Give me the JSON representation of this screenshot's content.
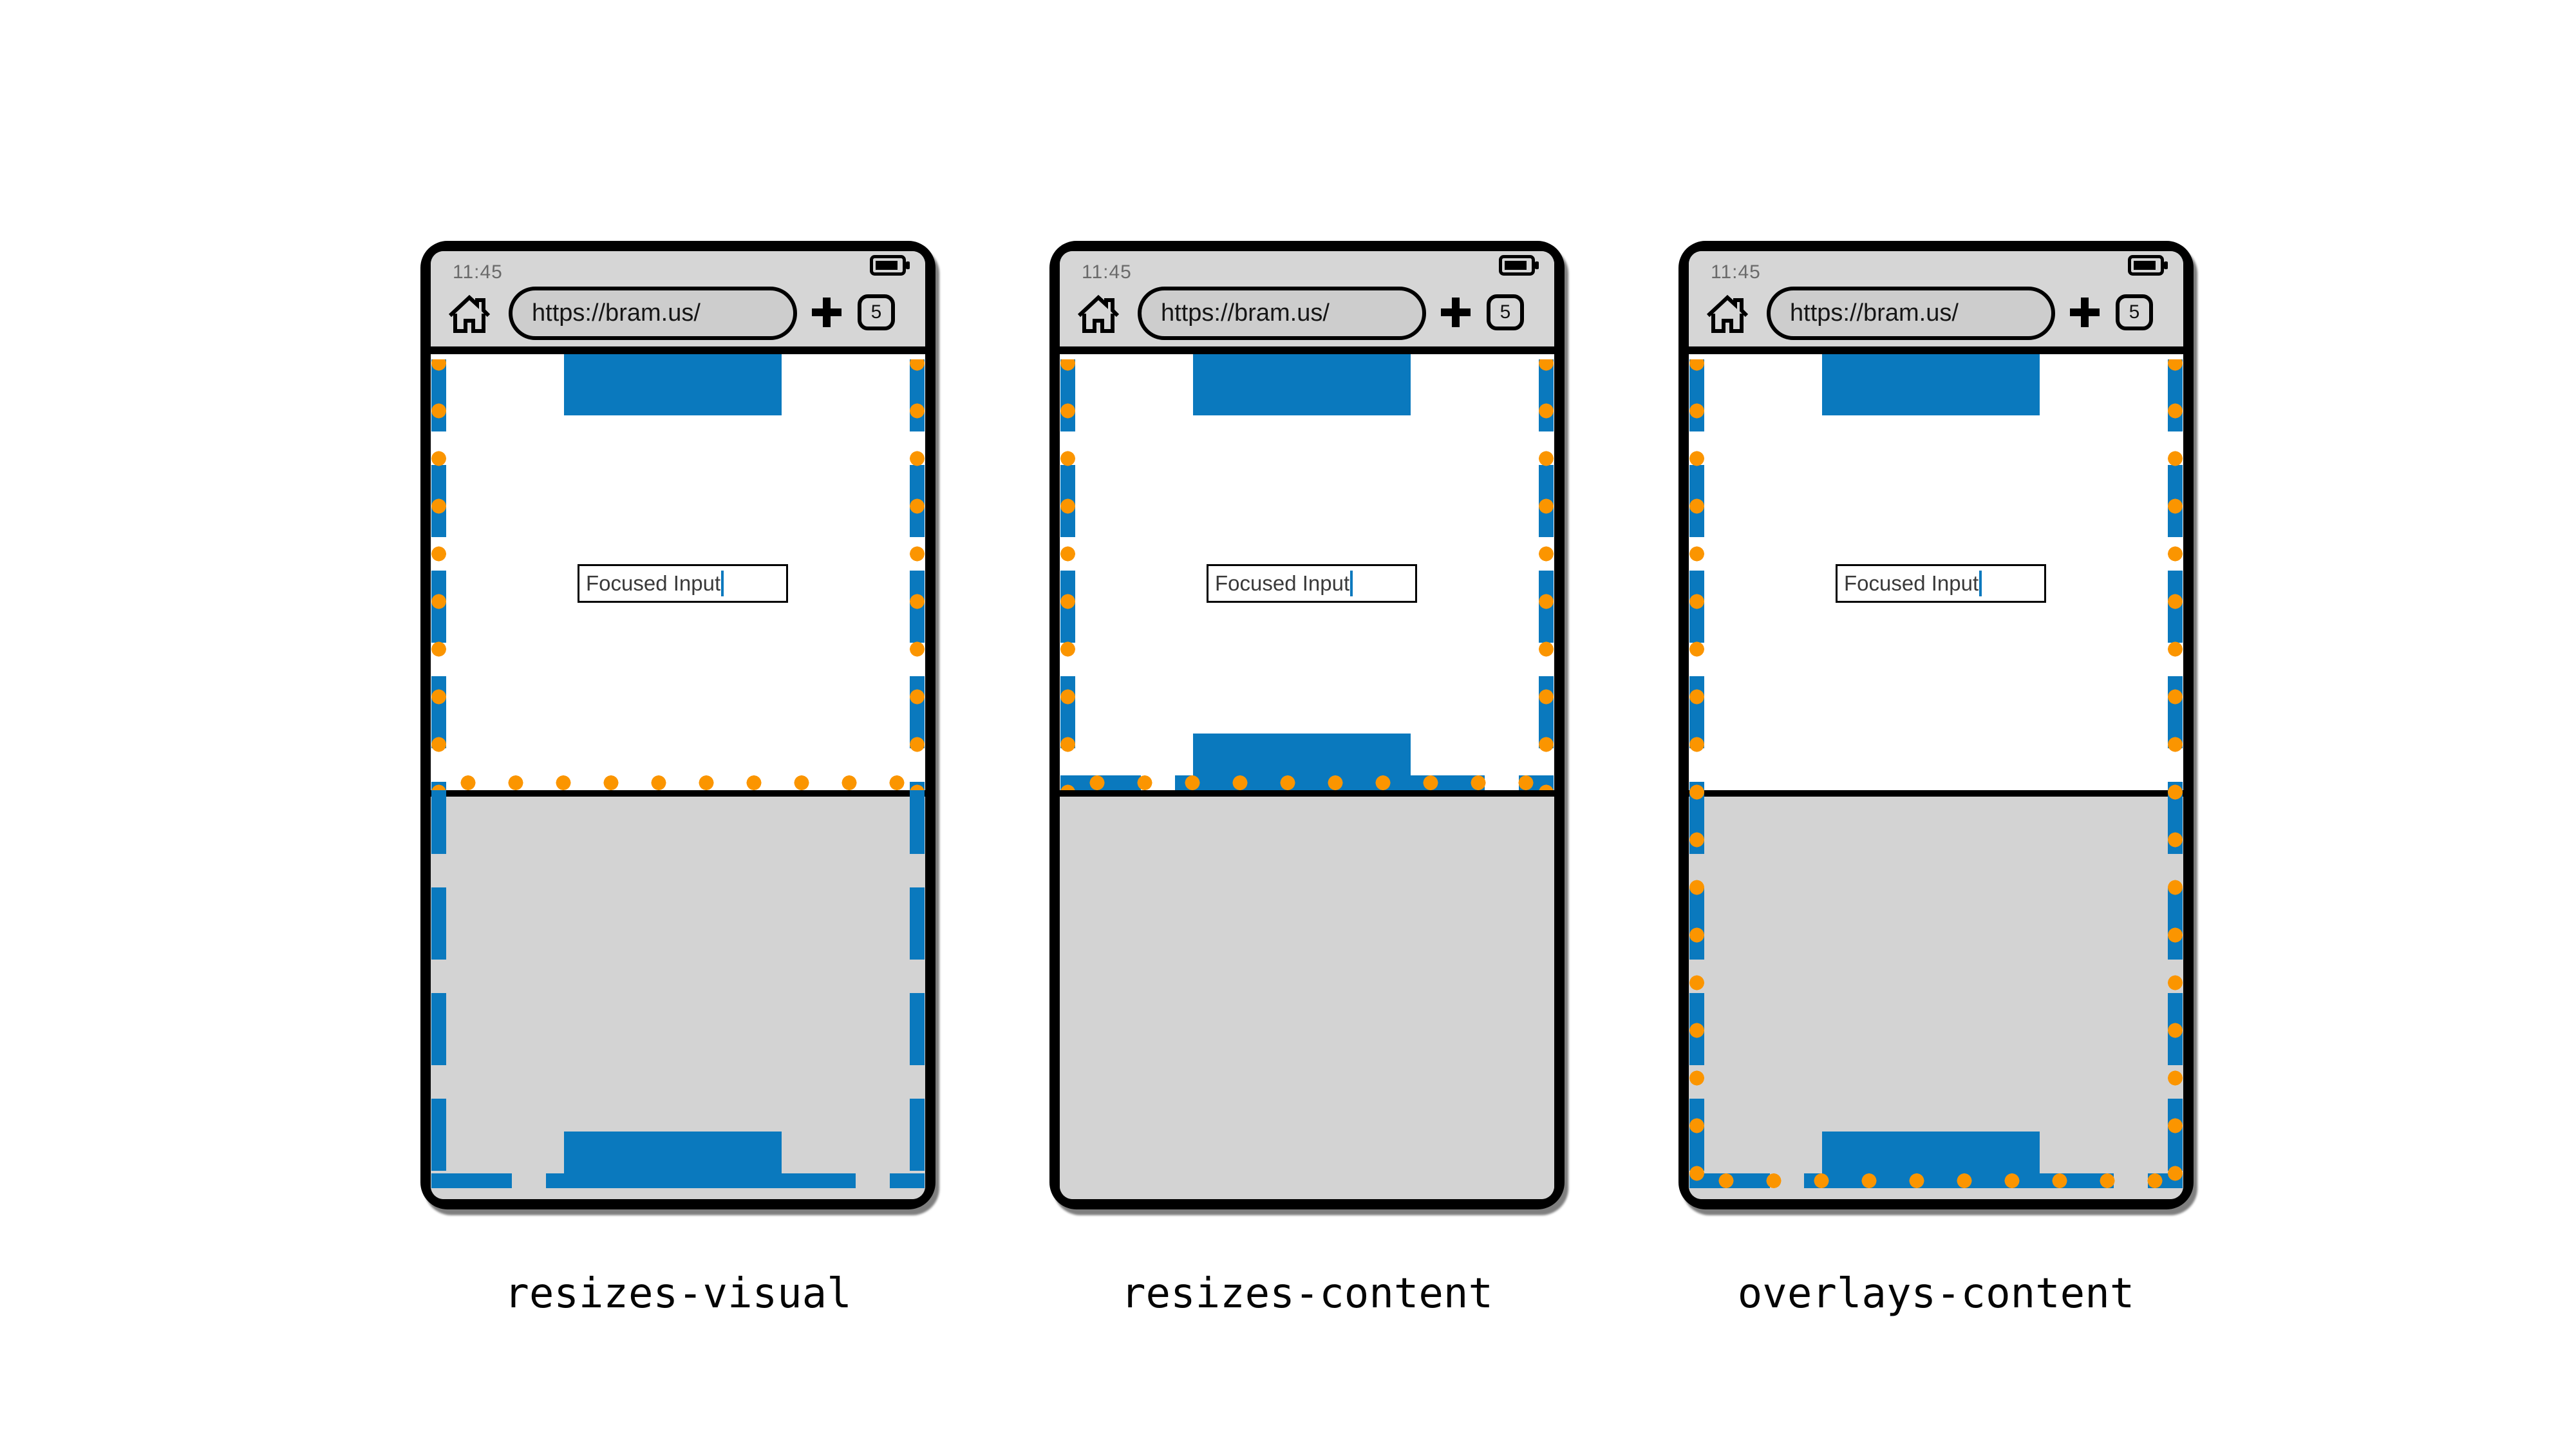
{
  "colors": {
    "blue": "#0a79be",
    "orange": "#fb9500",
    "chrome-gray": "#d6d6d6",
    "keyboard-gray": "#d3d3d3",
    "pill-gray": "#cdcdcd",
    "time-gray": "#6a6a6a",
    "input-text": "#3a3a3a",
    "frame-black": "#000000"
  },
  "chrome": {
    "time": "11:45",
    "url": "https://bram.us/",
    "tab_count": "5"
  },
  "page": {
    "input_value": "Focused Input"
  },
  "phones": [
    {
      "label": "resizes-visual"
    },
    {
      "label": "resizes-content"
    },
    {
      "label": "overlays-content"
    }
  ]
}
